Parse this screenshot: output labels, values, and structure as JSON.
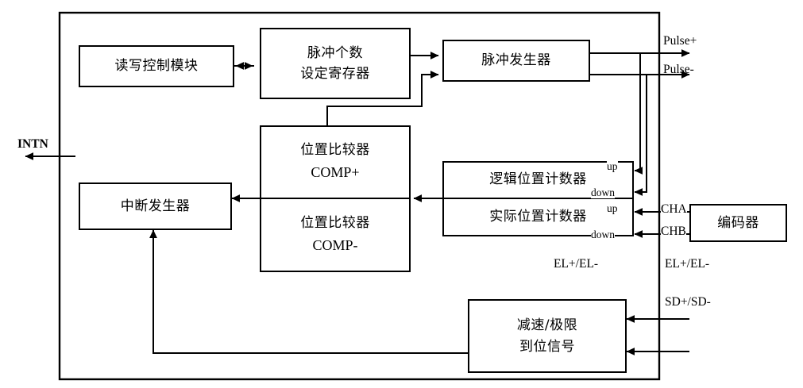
{
  "diagram": {
    "title": "Motion control chip block diagram",
    "chip_boundary": {
      "name": "chip-boundary"
    },
    "blocks": [
      {
        "id": "rw_control",
        "label_cn": "读写控制模块",
        "label_lat": ""
      },
      {
        "id": "pulse_count",
        "label_cn_1": "脉冲个数",
        "label_cn_2": "设定寄存器"
      },
      {
        "id": "pulse_gen",
        "label_cn": "脉冲发生器",
        "label_lat": ""
      },
      {
        "id": "comp_plus",
        "label_cn": "位置比较器",
        "label_lat": "COMP+"
      },
      {
        "id": "comp_minus",
        "label_cn": "位置比较器",
        "label_lat": "COMP-"
      },
      {
        "id": "logic_counter",
        "label_cn": "逻辑位置计数器",
        "label_lat": ""
      },
      {
        "id": "real_counter",
        "label_cn": "实际位置计数器",
        "label_lat": ""
      },
      {
        "id": "int_gen",
        "label_cn": "中断发生器",
        "label_lat": ""
      },
      {
        "id": "encoder",
        "label_cn": "编码器",
        "label_lat": ""
      },
      {
        "id": "limit_signal",
        "label_cn_1": "减速/极限",
        "label_cn_2": "到位信号"
      }
    ],
    "pin_labels": {
      "logic_up": "up",
      "logic_down": "down",
      "real_up": "up",
      "real_down": "down"
    },
    "signal_labels": {
      "pulse_plus": "Pulse+",
      "pulse_minus": "Pulse-",
      "intn": "INTN",
      "cha": "CHA",
      "chb": "CHB",
      "el_inner": "EL+/EL-",
      "el_outer": "EL+/EL-",
      "sd": "SD+/SD-"
    },
    "colors": {
      "line": "#000000",
      "background": "#ffffff",
      "text": "#000000"
    }
  }
}
